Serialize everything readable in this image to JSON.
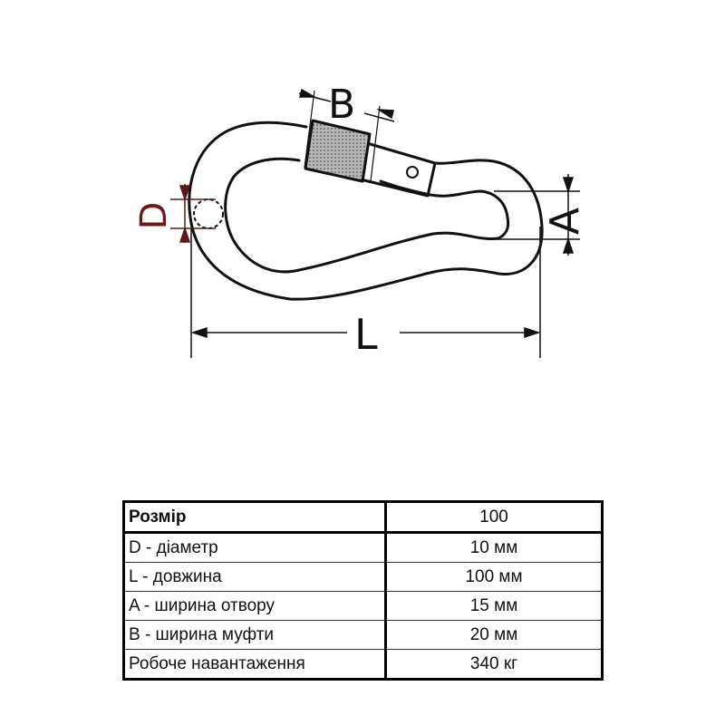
{
  "diagram": {
    "title": "Snap hook (carabiner) with screw lock — dimension drawing",
    "labels": {
      "B": "B",
      "L": "L",
      "A": "A",
      "D": "D"
    },
    "colors": {
      "line": "#111111",
      "sleeve_fill": "#9a9a9a",
      "d_label": "#6b1a1a"
    }
  },
  "table": {
    "header": {
      "key": "Розмір",
      "value": "100"
    },
    "rows": [
      {
        "key": "D - діаметр",
        "value": "10 мм"
      },
      {
        "key": "L - довжина",
        "value": "100 мм"
      },
      {
        "key": "A - ширина отвору",
        "value": "15 мм"
      },
      {
        "key": "B - ширина муфти",
        "value": "20 мм"
      },
      {
        "key": "Робоче навантаження",
        "value": "340 кг"
      }
    ]
  }
}
